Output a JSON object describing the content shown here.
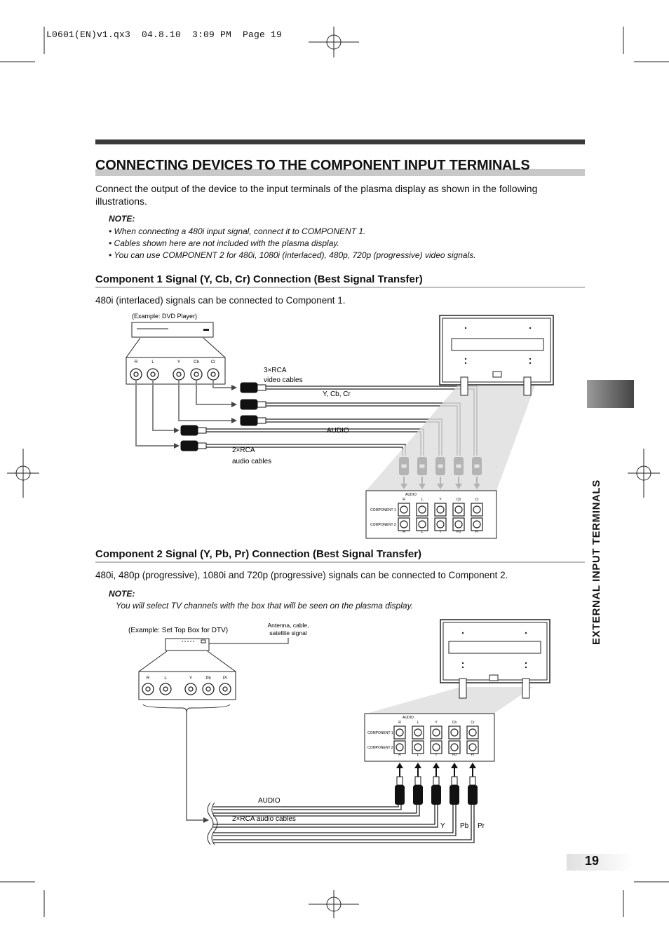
{
  "slug_line": "L0601(EN)v1.qx3  04.8.10  3:09 PM  Page 19",
  "title": "CONNECTING DEVICES TO THE COMPONENT INPUT TERMINALS",
  "intro": "Connect the output of the device to the input terminals of the plasma display as shown in the following illustrations.",
  "note1": {
    "heading": "NOTE:",
    "items": [
      "• When connecting a 480i input signal, connect it to COMPONENT 1.",
      "• Cables shown here are not included with the plasma display.",
      "• You can use COMPONENT 2 for 480i, 1080i (interlaced), 480p, 720p (progressive) video signals."
    ]
  },
  "section1": {
    "heading": "Component 1 Signal (Y, Cb, Cr) Connection (Best Signal Transfer)",
    "text": "480i (interlaced) signals can be connected to Component 1.",
    "diagram": {
      "device_label": "(Example: DVD Player)",
      "jack_labels": [
        "R",
        "L",
        "Y",
        "Cb",
        "Cr"
      ],
      "video_cables": "3×RCA",
      "video_cables_2": "video cables",
      "ycbcr": "Y, Cb, Cr",
      "audio": "AUDIO",
      "audio_cables": "2×RCA",
      "audio_cables_2": "audio cables",
      "panel_audio": "AUDIO",
      "panel_top": [
        "R",
        "L",
        "Y",
        "Cb",
        "Cr"
      ],
      "panel_bottom": [
        "R",
        "L",
        "Y",
        "Pb",
        "Pr"
      ],
      "component1": "COMPONENT 1",
      "component2": "COMPONENT 2"
    }
  },
  "section2": {
    "heading": "Component 2 Signal (Y, Pb, Pr) Connection (Best Signal Transfer)",
    "text": "480i, 480p (progressive), 1080i and 720p (progressive) signals can be connected to Component 2.",
    "note_heading": "NOTE:",
    "note_text": "You will select TV channels with the box that will be seen on the plasma display.",
    "diagram": {
      "device_label": "(Example: Set Top Box for DTV)",
      "antenna": "Antenna, cable,",
      "antenna_2": "satellite signal",
      "jack_labels": [
        "R",
        "L",
        "Y",
        "Pb",
        "Pr"
      ],
      "audio": "AUDIO",
      "audio_cables": "2×RCA audio cables",
      "y": "Y",
      "pb": "Pb",
      "pr": "Pr"
    }
  },
  "side_label": "EXTERNAL INPUT TERMINALS",
  "page_number": "19",
  "colors": {
    "rule": "#c8c8c8",
    "bar": "#3a3a3a"
  }
}
